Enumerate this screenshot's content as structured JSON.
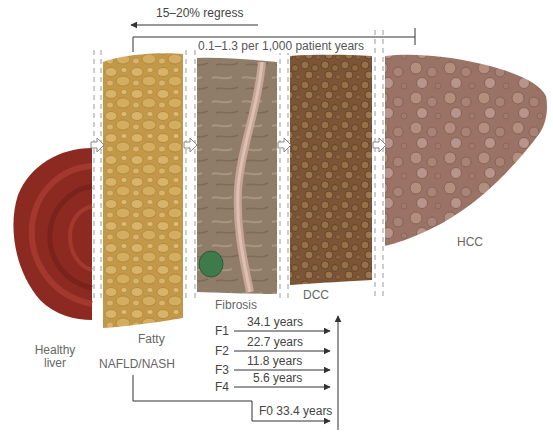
{
  "diagram": {
    "labels": [
      "15–20% regress",
      "0.1–1.3 per 1,000 patient years",
      "HCC",
      "Healthy liver",
      "Fatty",
      "Fibrosis",
      "DCC",
      "F1",
      "34.1 years",
      "NAFLD/NASH",
      "F2",
      "22.7 years",
      "F3",
      "11.8 years",
      "F4",
      "5.6 years",
      "F0 33.4 years"
    ]
  }
}
